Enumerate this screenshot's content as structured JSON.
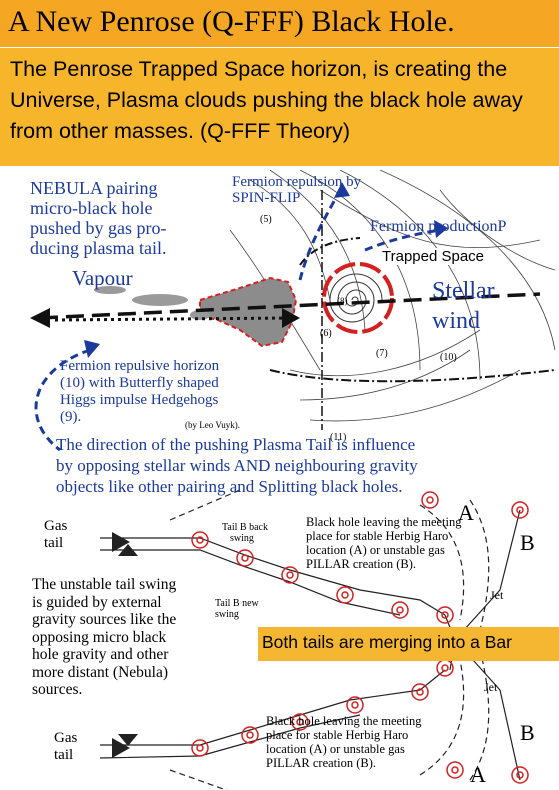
{
  "title": "A New Penrose (Q-FFF) Black Hole.",
  "subtitle": "The Penrose Trapped Space horizon, is creating the Universe, Plasma clouds pushing the black hole away from other masses. (Q-FFF Theory)",
  "upper_diagram": {
    "nebula_label": "NEBULA pairing micro-black hole pushed by gas pro- ducing plasma tail.",
    "nebula_lines": [
      "NEBULA pairing",
      "micro-black hole",
      "pushed by gas pro-",
      "ducing plasma tail."
    ],
    "fermion_repulsion": [
      "Fermion repulsion by",
      "SPIN-FLIP"
    ],
    "fermion_production": "Fermion productionP",
    "trapped_space": "Trapped Space",
    "vapour": "Vapour",
    "stellar": "Stellar",
    "wind": "wind",
    "horizon_lines": [
      "Fermion repulsive horizon",
      "(10) with Butterfly shaped",
      "Higgs impulse Hedgehogs",
      "(9)."
    ],
    "credit": "(by Leo Vuyk).",
    "num_5": "(5)",
    "num_6": "(6)",
    "num_7": "(7)",
    "num_8": "(8)",
    "num_10": "(10)",
    "num_11": "(11)"
  },
  "direction_lines": [
    "The direction of  the pushing Plasma Tail is influence",
    "by opposing stellar winds AND neighbouring gravity",
    "objects like other pairing and Splitting black holes."
  ],
  "lower_diagram": {
    "gas_tail_top": [
      "Gas",
      "tail"
    ],
    "gas_tail_bottom": [
      "Gas",
      "tail"
    ],
    "tail_b_back": [
      "Tail B back",
      "swing"
    ],
    "tail_b_new": [
      "Tail B new",
      "swing"
    ],
    "leaving_top": [
      "Black hole leaving the meeting",
      "place for stable Herbig Haro",
      "location (A) or unstable gas",
      "PILLAR creation (B)."
    ],
    "leaving_bottom": [
      "Black hole leaving the meeting",
      "place for stable Herbig Haro",
      "location (A) or unstable gas",
      "PILLAR creation (B)."
    ],
    "unstable_lines": [
      "The unstable tail swing",
      "is guided by external",
      "gravity sources like the",
      "opposing micro black",
      "hole gravity and other",
      "more distant (Nebula)",
      "sources."
    ],
    "jet_top": "Jet",
    "jet_bottom": "Jet",
    "a_top": "A",
    "b_top": "B",
    "a_bottom": "A",
    "b_bottom": "B"
  },
  "callout": "Both tails are merging into a Bar",
  "colors": {
    "title_bg": "#f5a623",
    "subtitle_bg": "#f7b52c",
    "callout_bg": "#f5b731",
    "blue_text": "#1a3a9c",
    "red": "#d42020"
  }
}
